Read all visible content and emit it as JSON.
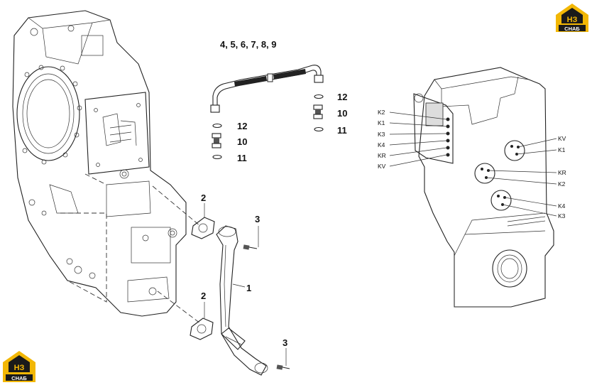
{
  "logo": {
    "mark": "НЗ",
    "word": "СНАБ",
    "color_primary": "#f2b705",
    "color_dark": "#1a1a1a"
  },
  "labels": {
    "hose_group": "4, 5, 6, 7, 8, 9",
    "oring_top_right": "12",
    "fitting_top_right": "10",
    "oring_bottom_right": "11",
    "oring_top_left": "12",
    "fitting_left": "10",
    "oring_bottom_left": "11",
    "gasket_top": "2",
    "bolt_top": "3",
    "pipe": "1",
    "gasket_bottom": "2",
    "bolt_bottom": "3"
  },
  "port_labels_left": [
    "K2",
    "K1",
    "K3",
    "K4",
    "KR",
    "KV"
  ],
  "port_labels_right": [
    "KV",
    "K1",
    "KR",
    "K2",
    "K4",
    "K3"
  ]
}
